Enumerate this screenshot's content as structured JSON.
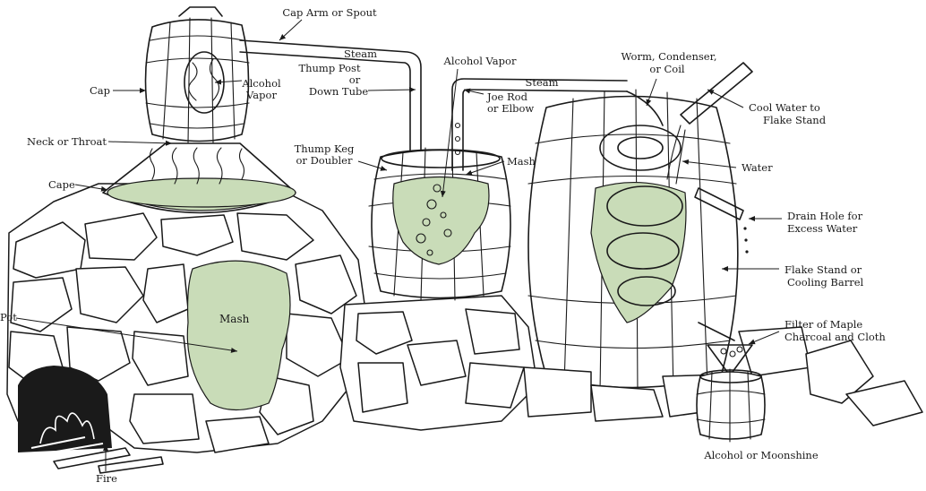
{
  "diagram": {
    "labels": {
      "cap_arm": "Cap Arm or Spout",
      "steam_1": "Steam",
      "steam_2": "Steam",
      "alcohol_vapor_cap_1": "Alcohol",
      "alcohol_vapor_cap_2": "Vapor",
      "cap": "Cap",
      "neck_1": "Neck or Throat",
      "cape": "Cape",
      "pot": "Pot",
      "mash_pot": "Mash",
      "fire": "Fire",
      "thump_post_1": "Thump Post",
      "thump_post_2": "or",
      "thump_post_3": "Down Tube",
      "thump_keg_1": "Thump Keg",
      "thump_keg_2": "or Doubler",
      "alcohol_vapor_keg": "Alcohol Vapor",
      "joe_rod_1": "Joe Rod",
      "joe_rod_2": "or Elbow",
      "mash_keg": "Mash",
      "worm_1": "Worm, Condenser,",
      "worm_2": "or Coil",
      "cool_water_1": "Cool Water to",
      "cool_water_2": "Flake Stand",
      "water": "Water",
      "drain_1": "Drain Hole for",
      "drain_2": "Excess Water",
      "flake_stand_1": "Flake Stand or",
      "flake_stand_2": "Cooling Barrel",
      "filter_1": "Filter of Maple",
      "filter_2": "Charcoal and Cloth",
      "moonshine": "Alcohol or Moonshine"
    }
  }
}
